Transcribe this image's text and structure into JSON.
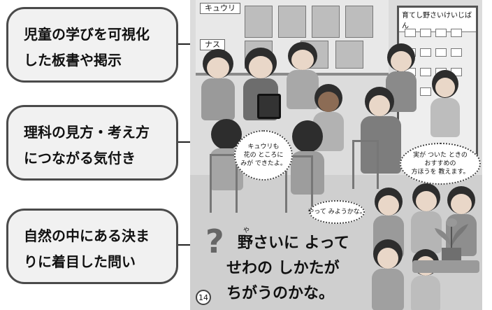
{
  "callouts": [
    {
      "lines": [
        "児童の学びを可視化",
        "した板書や掲示"
      ]
    },
    {
      "lines": [
        "理科の見方・考え方",
        "につながる気付き"
      ]
    },
    {
      "lines": [
        "自然の中にある決ま",
        "りに着目した問い"
      ]
    }
  ],
  "page": {
    "board_tags": [
      "キュウリ",
      "ナス"
    ],
    "chart_title": "育てし野さいけいじばん",
    "bubbles": [
      {
        "lines": [
          "キュウリも",
          "花の ところに",
          "みが できたよ。"
        ]
      },
      {
        "lines": [
          "実が ついた ときの",
          "おすすめの",
          "方ほうを 教えます。"
        ]
      },
      {
        "lines": [
          "やって みようかな。"
        ]
      }
    ],
    "question_ruby": "や",
    "question_lines": [
      "野さいに よって",
      "せわの しかたが",
      "ちがうのかな。"
    ],
    "page_number": "14"
  },
  "colors": {
    "callout_border": "#4a4a4a",
    "callout_fill": "#f1f1f1",
    "question_mark": "#666666"
  }
}
